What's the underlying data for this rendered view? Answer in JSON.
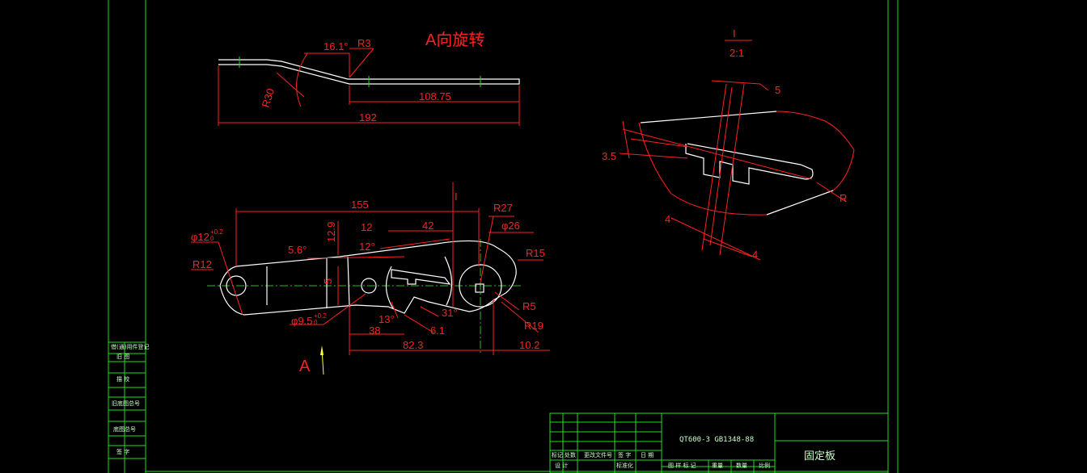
{
  "drawing": {
    "top_view": {
      "angle": "16.1°",
      "radius_bend": "R3",
      "radius_arc": "R30",
      "len_right": "108.75",
      "len_total": "192"
    },
    "view_arrow_label": "A向旋转",
    "view_arrow_letter": "A",
    "detail": {
      "label": "I",
      "scale": "2:1",
      "dim_5": "5",
      "dim_3_5": "3.5",
      "dim_4_left": "4",
      "dim_4_right": "4",
      "radius": "R"
    },
    "main_view": {
      "dim_155": "155",
      "section_mark": "I",
      "r27": "R27",
      "phi26": "φ26",
      "r15": "R15",
      "r5": "R5",
      "r19": "R19",
      "dim_12": "12",
      "dim_42": "42",
      "dim_12_9": "12.9",
      "ang_5_6": "5.6°",
      "ang_12": "12°",
      "dim_5": "5",
      "phi12": "φ12",
      "phi12_tol_up": "+0.2",
      "phi12_tol_dn": "0",
      "r12": "R12",
      "phi9_5": "φ9.5",
      "phi9_5_tol_up": "+0.2",
      "phi9_5_tol_dn": "0",
      "ang_13": "13°",
      "ang_31": "31°",
      "dim_6_1": "6.1",
      "dim_38": "38",
      "dim_82_3": "82.3",
      "dim_10_2": "10.2"
    }
  },
  "side_table": {
    "rows": [
      "借(通)用件登记",
      "旧 图",
      "描 校",
      "旧底图总号",
      "底图总号",
      "签 字"
    ]
  },
  "title_block": {
    "material": "QT600-3  GB1348-88",
    "part_name": "固定板",
    "headers": [
      "标记",
      "处数",
      "更改文件号",
      "签 字",
      "日 期"
    ],
    "rows": [
      "设 计",
      "标准化"
    ],
    "stage_headers": [
      "图 样 标 记",
      "重量",
      "数量",
      "比例"
    ]
  }
}
